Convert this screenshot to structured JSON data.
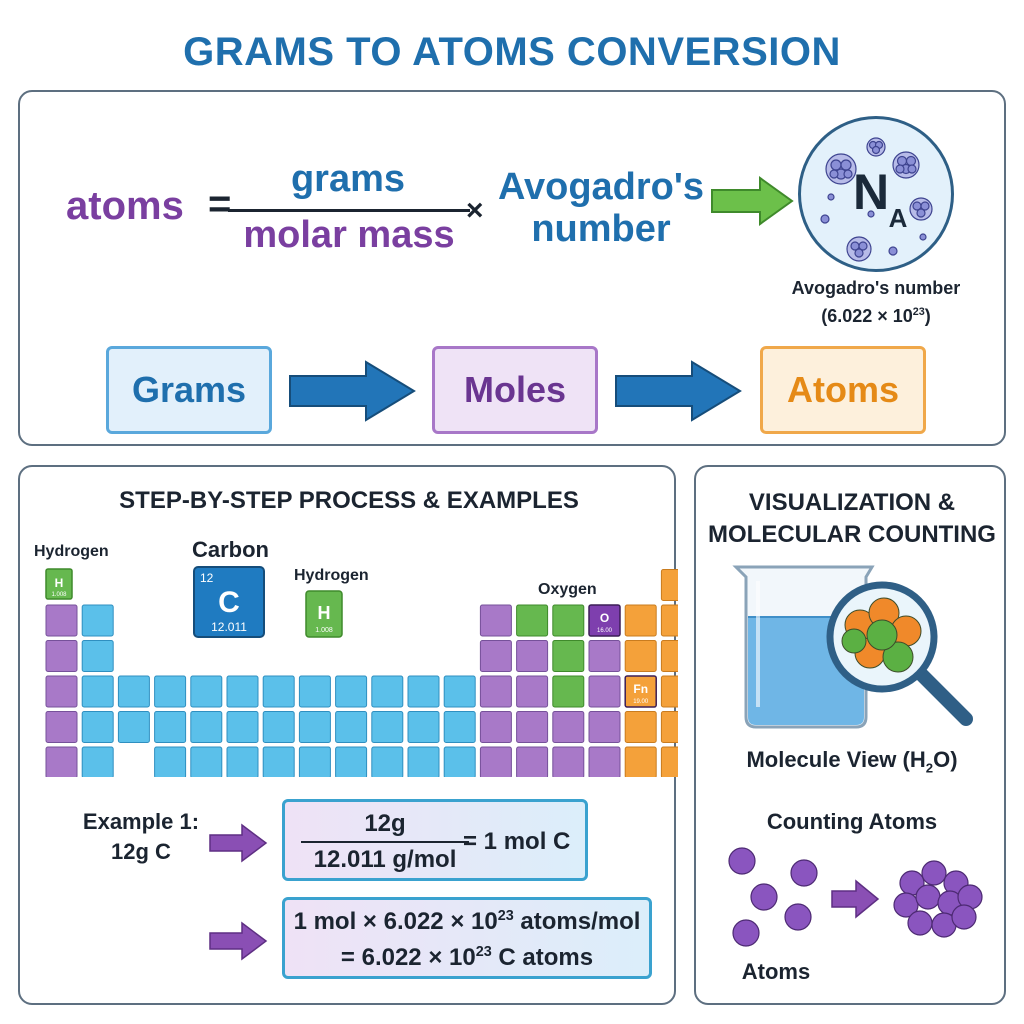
{
  "title": "GRAMS TO ATOMS CONVERSION",
  "formula": {
    "lhs": "atoms",
    "equals": "=",
    "numerator": "grams",
    "denominator": "molar mass",
    "times": "×",
    "factor_line1": "Avogadro's",
    "factor_line2": "number"
  },
  "avogadro_badge": {
    "symbol": "N",
    "subscript": "A",
    "caption_line1": "Avogadro's number",
    "caption_value": "(6.022 × 10",
    "caption_exp": "23",
    "caption_close": ")"
  },
  "flow": [
    "Grams",
    "Moles",
    "Atoms"
  ],
  "steps": {
    "heading": "STEP-BY-STEP PROCESS & EXAMPLES",
    "labels": {
      "hydrogen_left": "Hydrogen",
      "carbon": "Carbon",
      "hydrogen_mid": "Hydrogen",
      "oxygen": "Oxygen"
    },
    "tiles": {
      "hydrogen_left": {
        "symbol": "H",
        "mass": "1.008"
      },
      "carbon": {
        "number": "12",
        "symbol": "C",
        "mass": "12.011"
      },
      "hydrogen_mid": {
        "symbol": "H",
        "mass": "1.008"
      },
      "oxygen": {
        "symbol": "O",
        "mass": "16.00"
      },
      "fn": {
        "symbol": "Fn",
        "mass": "19.00"
      }
    },
    "example_line1": "Example 1:",
    "example_line2": "12g C",
    "calc1": {
      "numerator": "12g",
      "denominator": "12.011 g/mol",
      "result": "= 1 mol C"
    },
    "calc2": {
      "line1_pre": "1 mol × 6.022 × 10",
      "line1_exp": "23",
      "line1_post": " atoms/mol",
      "line2_pre": "= 6.022 × 10",
      "line2_exp": "23",
      "line2_post": " C atoms"
    }
  },
  "viz": {
    "heading_line1": "VISUALIZATION &",
    "heading_line2": "MOLECULAR COUNTING",
    "molecule_label_pre": "Molecule View (H",
    "molecule_label_sub": "2",
    "molecule_label_post": "O)",
    "counting_label": "Counting Atoms",
    "atoms_label": "Atoms"
  },
  "colors": {
    "title_blue": "#1f6fad",
    "purple": "#7a3fa0",
    "orange": "#e58a17",
    "green": "#5cae48",
    "cell_blue": "#5bc0ea",
    "cell_purple": "#a879c8",
    "cell_green": "#66b84f",
    "cell_orange": "#f4a13a"
  }
}
